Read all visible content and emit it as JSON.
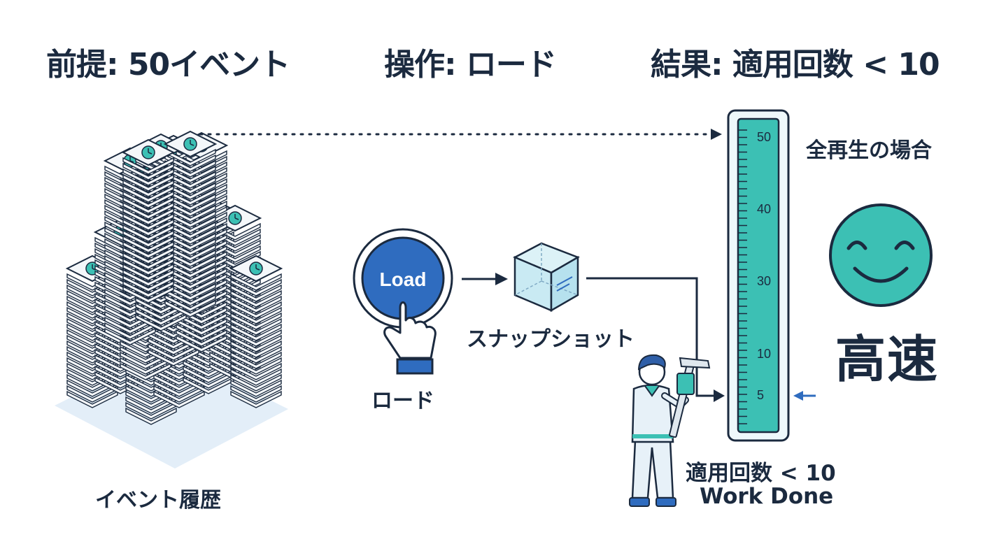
{
  "header": {
    "premise": "前提: 50イベント",
    "operation": "操作: ロード",
    "result": "結果: 適用回数 < 10"
  },
  "event_history": {
    "label": "イベント履歴"
  },
  "load_button": {
    "text": "Load",
    "caption": "ロード"
  },
  "snapshot": {
    "label": "スナップショット"
  },
  "gauge": {
    "ticks": [
      "50",
      "40",
      "30",
      "10",
      "5"
    ],
    "full_replay_label": "全再生の場合"
  },
  "result": {
    "speed_label": "高速",
    "line1": "適用回数 < 10",
    "line2": "Work Done"
  },
  "colors": {
    "navy": "#1b2a3f",
    "teal": "#3cc0b4",
    "blue": "#2f6cbf",
    "pale_blue": "#e3f0fa"
  }
}
